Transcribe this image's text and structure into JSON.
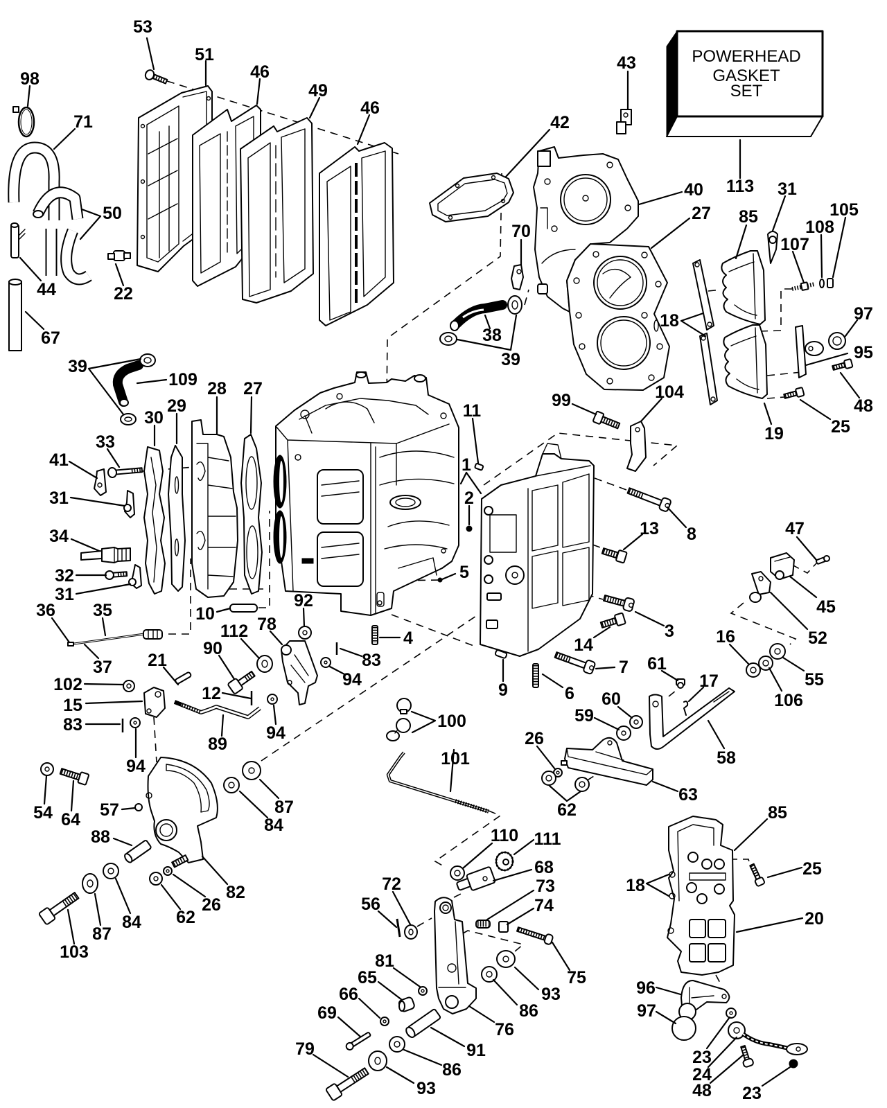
{
  "diagram": {
    "kit_box": {
      "line1": "POWERHEAD",
      "line2": "GASKET",
      "line3": "SET"
    },
    "callouts": [
      "53",
      "51",
      "46",
      "49",
      "46",
      "98",
      "71",
      "50",
      "44",
      "22",
      "67",
      "43",
      "113",
      "42",
      "40",
      "27",
      "31",
      "105",
      "108",
      "107",
      "85",
      "70",
      "38",
      "39",
      "18",
      "97",
      "95",
      "48",
      "19",
      "25",
      "99",
      "104",
      "39",
      "109",
      "28",
      "27",
      "29",
      "30",
      "33",
      "41",
      "31",
      "34",
      "32",
      "31",
      "36",
      "35",
      "37",
      "10",
      "92",
      "112",
      "78",
      "90",
      "21",
      "12",
      "102",
      "15",
      "83",
      "89",
      "94",
      "94",
      "83",
      "94",
      "4",
      "5",
      "11",
      "1",
      "2",
      "8",
      "13",
      "3",
      "14",
      "7",
      "9",
      "6",
      "47",
      "45",
      "52",
      "16",
      "55",
      "106",
      "61",
      "17",
      "60",
      "59",
      "58",
      "26",
      "63",
      "62",
      "100",
      "101",
      "54",
      "64",
      "57",
      "87",
      "84",
      "88",
      "82",
      "26",
      "62",
      "84",
      "87",
      "103",
      "110",
      "111",
      "68",
      "73",
      "74",
      "75",
      "72",
      "56",
      "81",
      "65",
      "66",
      "69",
      "76",
      "86",
      "93",
      "91",
      "86",
      "79",
      "93",
      "85",
      "25",
      "18",
      "20",
      "96",
      "97",
      "23",
      "24",
      "48",
      "23"
    ]
  }
}
